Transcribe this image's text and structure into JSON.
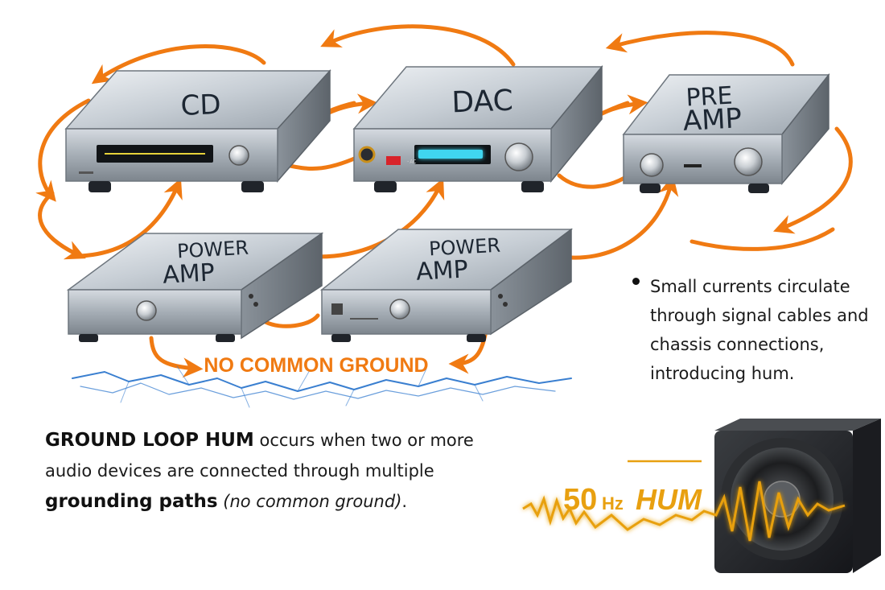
{
  "devices": {
    "cd": {
      "label": "CD"
    },
    "dac": {
      "label": "DAC",
      "led_text": "·AC"
    },
    "preamp": {
      "label_line1": "PRE",
      "label_line2": "AMP"
    },
    "power_amp_1": {
      "label_line1": "POWER",
      "label_line2": "AMP"
    },
    "power_amp_2": {
      "label_line1": "POWER",
      "label_line2": "AMP"
    }
  },
  "ground_label": "NO COMMON GROUND",
  "main_text": {
    "strong_lead": "GROUND LOOP HUM",
    "body": " occurs when two or more audio devices are connected through multiple ",
    "strong_tail": "grounding paths",
    "italic_tail": " (no common ground)",
    "end": "."
  },
  "bullet": "Small currents circulate through signal cables and chassis connections, introducing hum.",
  "hum_label": {
    "number": "50",
    "unit": "Hz",
    "word": "HUM"
  },
  "colors": {
    "arrow_orange": "#f07a12",
    "spark_blue": "#3a7fd0",
    "chassis_front": "#b9c0c7",
    "chassis_top": "#d3d8dd",
    "display_cyan": "#3fd6f0",
    "hum_gold": "#e8a010"
  }
}
